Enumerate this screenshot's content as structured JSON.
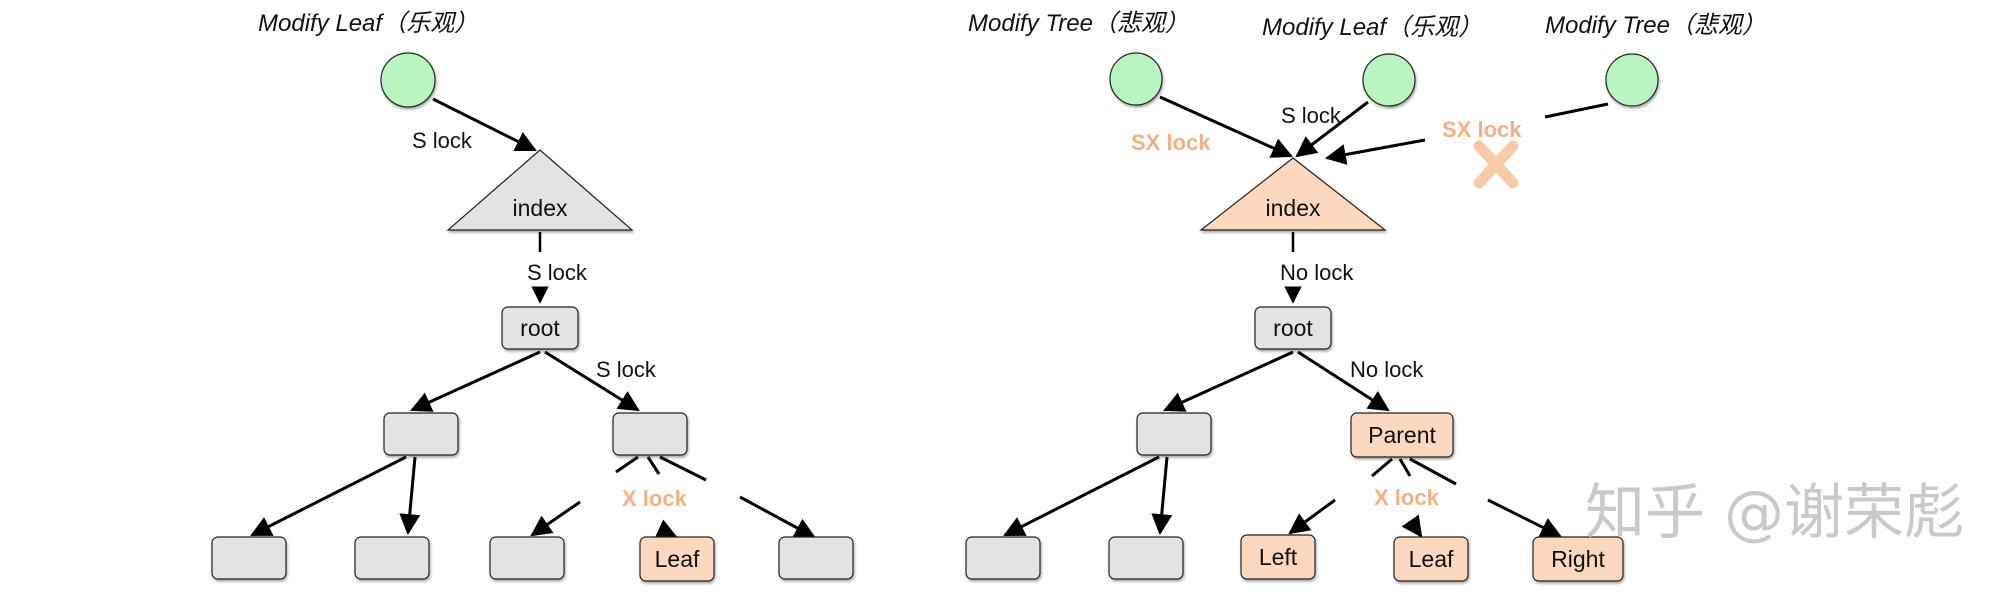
{
  "left": {
    "title": "Modify Leaf（乐观）",
    "index_label": "index",
    "root_label": "root",
    "leaf_label": "Leaf",
    "lock_circle_index": "S lock",
    "lock_index_root": "S lock",
    "lock_root_right": "S lock",
    "lock_leaf": "X lock"
  },
  "right": {
    "title_pess_1": "Modify Tree（悲观）",
    "title_opt": "Modify Leaf（乐观）",
    "title_pess_2": "Modify Tree（悲观）",
    "lock_sx_1": "SX lock",
    "lock_s": "S lock",
    "lock_sx_2": "SX lock",
    "index_label": "index",
    "lock_index_root": "No lock",
    "root_label": "root",
    "lock_root_parent": "No lock",
    "parent_label": "Parent",
    "lock_children": "X lock",
    "left_label": "Left",
    "leaf_label": "Leaf",
    "right_label": "Right"
  },
  "watermark": "知乎 @谢荣彪",
  "colors": {
    "circle_fill": "#b9f5bf",
    "node_gray": "#e3e3e3",
    "node_orange": "#fbd8bf",
    "orange_text": "#f2b184",
    "cross": "#f8cba7"
  }
}
